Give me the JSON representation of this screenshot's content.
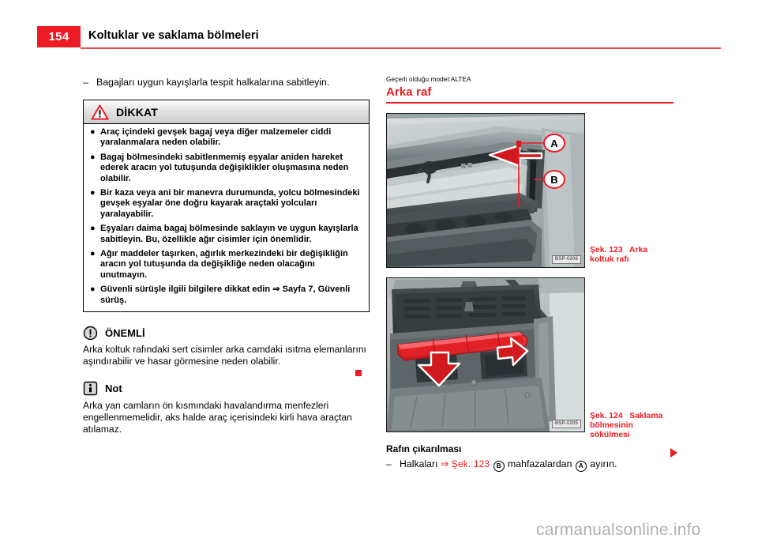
{
  "header": {
    "page_number": "154",
    "title": "Koltuklar ve saklama bölmeleri",
    "accent_color": "#ED1C24"
  },
  "left_column": {
    "intro_dash": "–",
    "intro_text": "Bagajları uygun kayışlarla tespit halkalarına sabitleyin.",
    "warning_box": {
      "icon": "warning-triangle-icon",
      "title": "DİKKAT",
      "bullet_char": "●",
      "bullets": [
        "Araç içindeki gevşek bagaj veya diğer malzemeler ciddi yaralanmalara neden olabilir.",
        "Bagaj bölmesindeki sabitlenmemiş eşyalar aniden hareket ederek aracın yol tutuşunda değişiklikler oluşmasına neden olabilir.",
        "Bir kaza veya ani bir manevra durumunda, yolcu bölmesindeki gevşek eşyalar öne doğru kayarak araçtaki yolcuları yaralayabilir.",
        "Eşyaları daima bagaj bölmesinde saklayın ve uygun kayışlarla sabitleyin. Bu, özellikle ağır cisimler için önemlidir.",
        "Ağır maddeler taşırken, ağırlık merkezindeki bir değişikliğin aracın yol tutuşunda da değişikliğe neden olacağını unutmayın.",
        "Güvenli sürüşle ilgili bilgilere dikkat edin ⇒ Sayfa 7, Güvenli sürüş."
      ]
    },
    "important_note": {
      "icon": "important-exclamation-icon",
      "title": "ÖNEMLİ",
      "text": "Arka koltuk rafındaki sert cisimler arka camdaki ısıtma elemanlarını aşındırabilir ve hasar görmesine neden olabilir."
    },
    "info_note": {
      "icon": "info-i-icon",
      "title": "Not",
      "text": "Arka yan camların ön kısmındaki havalandırma menfezleri engellenmemelidir, aks halde araç içerisindeki kirli hava araçtan atılamaz."
    },
    "end_marker": "red-square-end-marker"
  },
  "right_column": {
    "applies_to": "Geçerli olduğu model:ALTEA",
    "section_title": "Arka raf",
    "figures": [
      {
        "id_label": "BSP-0206",
        "caption_number": "Şek. 123",
        "caption_text": "Arka koltuk rafı",
        "callouts": [
          "A",
          "B"
        ]
      },
      {
        "id_label": "BSP-0205",
        "caption_number": "Şek. 124",
        "caption_text": "Saklama bölmesinin sökülmesi",
        "callouts": []
      }
    ],
    "subsection_title": "Rafın çıkarılması",
    "removal_step": {
      "dash": "–",
      "part1": "Halkaları ",
      "reference": "⇒ Şek. 123",
      "letter_b": "B",
      "part2": " mahfazalardan ",
      "letter_a": "A",
      "part3": " ayırın."
    },
    "continue_marker": "red-triangle-continue-marker"
  },
  "watermark": "carmanualsonline.info"
}
